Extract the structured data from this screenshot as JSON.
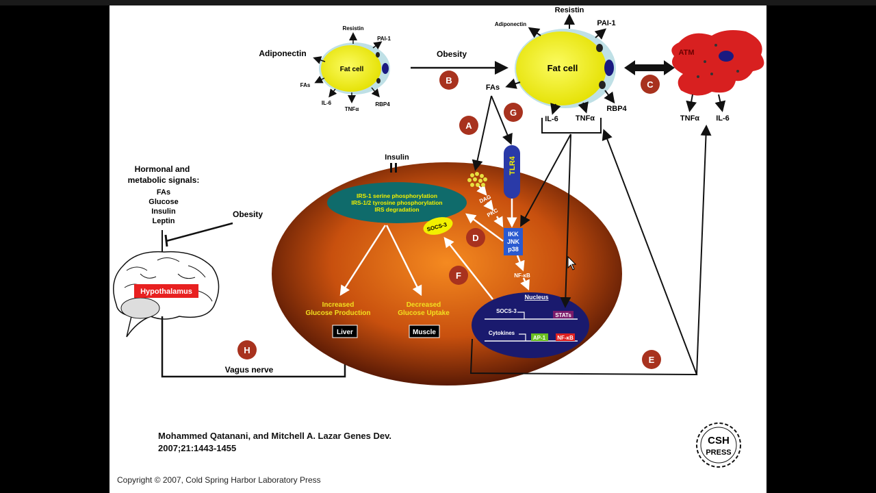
{
  "small_fat_cell": {
    "label": "Fat cell",
    "resistin": "Resistin",
    "pai1": "PAI-1",
    "adiponectin": "Adiponectin",
    "fas": "FAs",
    "il6": "IL-6",
    "tnfa": "TNFα",
    "rbp4": "RBP4"
  },
  "obesity_arrow": {
    "label": "Obesity",
    "marker": "B"
  },
  "large_fat_cell": {
    "label": "Fat cell",
    "resistin": "Resistin",
    "pai1": "PAI-1",
    "adiponectin": "Adiponectin",
    "fas": "FAs",
    "il6": "IL-6",
    "tnfa": "TNFα",
    "rbp4": "RBP4"
  },
  "atm": {
    "label": "ATM",
    "marker": "C",
    "tnfa": "TNFα",
    "il6": "IL-6"
  },
  "markers": {
    "a": "A",
    "d": "D",
    "e": "E",
    "f": "F",
    "g": "G",
    "h": "H"
  },
  "cell": {
    "insulin": "Insulin",
    "irs": [
      "IRS-1 serine phosphorylation",
      "IRS-1/2 tyrosine phosphorylation",
      "IRS degradation"
    ],
    "tlr4": "TLR4",
    "dag": "DAG",
    "pkc": "PKC",
    "socs3": "SOCS-3",
    "kinases": [
      "IKK",
      "JNK",
      "p38"
    ],
    "nfkb": "NF-κB",
    "outcome1": [
      "Increased",
      "Glucose Production"
    ],
    "outcome2": [
      "Decreased",
      "Glucose Uptake"
    ],
    "liver": "Liver",
    "muscle": "Muscle"
  },
  "nucleus": {
    "title": "Nucleus",
    "socs3": "SOCS-3",
    "stats": "STATs",
    "cytokines": "Cytokines",
    "ap1": "AP-1",
    "nfkb": "NF-κB"
  },
  "brain": {
    "signals_title": [
      "Hormonal and",
      "metabolic signals:"
    ],
    "signals": [
      "FAs",
      "Glucose",
      "Insulin",
      "Leptin"
    ],
    "obesity": "Obesity",
    "hypothalamus": "Hypothalamus",
    "vagus": "Vagus nerve"
  },
  "citation": {
    "line1": "Mohammed Qatanani, and Mitchell A. Lazar Genes Dev.",
    "line2": "2007;21:1443-1455"
  },
  "logo": {
    "text1": "CSH",
    "text2": "PRESS"
  },
  "copyright": "Copyright © 2007, Cold Spring Harbor Laboratory Press",
  "colors": {
    "marker": "#a8321e",
    "cell_outer": "#5a1a05",
    "cell_inner": "#f07a1a",
    "fat": "#f2f000",
    "teal": "#0f6b6b",
    "nucleus": "#1a1a6e",
    "atm": "#d82020"
  }
}
